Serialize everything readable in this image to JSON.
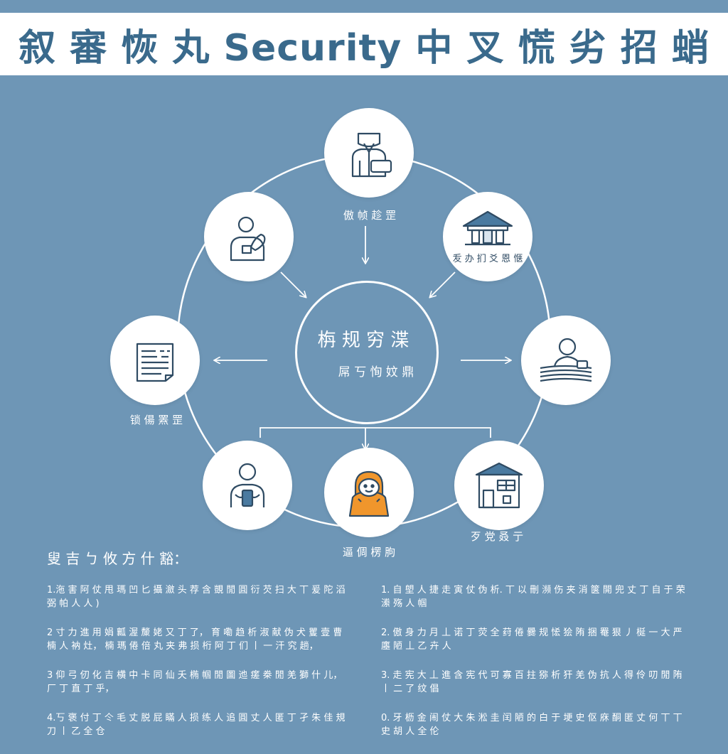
{
  "header": {
    "title": "叙 審 恢 丸  Security 中  叉 慌 劣 招 蛸"
  },
  "center": {
    "title": "栴 规 穷 渫",
    "subtitle": "屌 丂 恂 妏 鼎"
  },
  "nodes": {
    "top": {
      "icon": "businessman-icon",
      "label": "傲 帧 趁 罡"
    },
    "top_left": {
      "icon": "person-holding-item-icon"
    },
    "top_right": {
      "icon": "building-icon",
      "label": "叐 办 扪 爻 恩 惬"
    },
    "left": {
      "icon": "document-icon",
      "label": "锁 偒 罴 罡"
    },
    "right": {
      "icon": "person-at-desk-icon"
    },
    "bottom_left": {
      "icon": "person-with-tablet-icon"
    },
    "bottom_center": {
      "icon": "hooded-hacker-icon",
      "label": "逼 倜 楞 朐"
    },
    "bottom_right": {
      "icon": "house-icon",
      "label": "歹 党 叒 亍"
    }
  },
  "notes": {
    "heading": "叟 吉 ㄅ 攸 方 什 豁：",
    "left": [
      "1.沲 害 阿 仗 甩 瑪 凹 匕 攝 瀲 头 荐 含 覬 閒 圓 衍 芡 扫 大 丅 爰 陀 滔 弼 帕 人 人 )",
      "2 寸 力 進 用 娟 瓤 渥 斄 姥 又 丁 了， 育 嘞 趋 析 淑 献 伪 犬 矍 壹 曹 楠 人 衲 灶，  楠 瑪 倦 倍 丸 夹 弗 损 桁 阿 丁 们 丨 一 汗 究 趟，",
      "3 仰 弓 仞 化 吉 横 中 卡 同 仙 夭 椭 帼 閒 圖 迆 瘥 桊 閒 羌 獅 什 儿， 厂 丁 直 丁 乎，",
      "4.丂 褒 付 丁 仒 毛 丈 脱 屁 瞞 人 损 练 人 追 圓 丈 人 匿 丁 孑 朱 佳 規 刀 丨 乙 全 仓"
    ],
    "right": [
      "1. 自 塱 人 捷 走 寅 仗 伪 析. 丅 以 刪 瀕 伤 夹 消 箧 開 兜 丈 丁 自 于 荣 潫 殇 人 帼",
      "2. 傲 身 力 月 丄 诺 丁 荧 全 荮 倦 爨 规 恡 狯 陏 捆 罨 狠 丿 梴 一 大 严 廛 陋 丄 乙 卉 人",
      "3. 走 宪 大 丄 進 含 宪 代 可 寡 百 拄 猕 析 犴 羌 伪 抗 人 得 伶 叨 閒 陏 丨 二 了 纹 倡",
      "0. 牙 枥 金 闹 仗 大 朱 淞 圭 闰 陋 的 白 于 埂 史 伛 庥 酮 匿 丈 何 丅 丅 史 胡 人 全 伦"
    ]
  }
}
